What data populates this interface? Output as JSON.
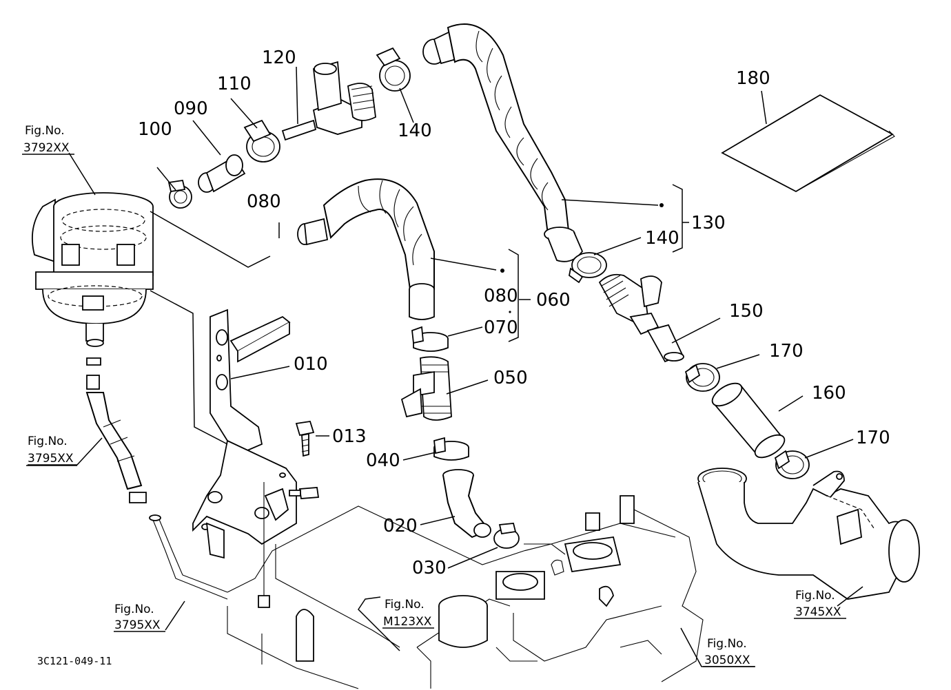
{
  "parts": {
    "p010": "010",
    "p013": "013",
    "p020": "020",
    "p030": "030",
    "p040": "040",
    "p050": "050",
    "p060": "060",
    "p070": "070",
    "p080a": "080",
    "p080b": "080",
    "p090": "090",
    "p100": "100",
    "p110": "110",
    "p120": "120",
    "p130": "130",
    "p140a": "140",
    "p140b": "140",
    "p150": "150",
    "p160": "160",
    "p170a": "170",
    "p170b": "170",
    "p180": "180"
  },
  "fig_refs": {
    "label": "Fig.No.",
    "r3792": "3792XX",
    "r3795a": "3795XX",
    "r3795b": "3795XX",
    "rM123": "M123XX",
    "r3745": "3745XX",
    "r3050": "3050XX"
  },
  "diagram_code": "3C121-049-11"
}
